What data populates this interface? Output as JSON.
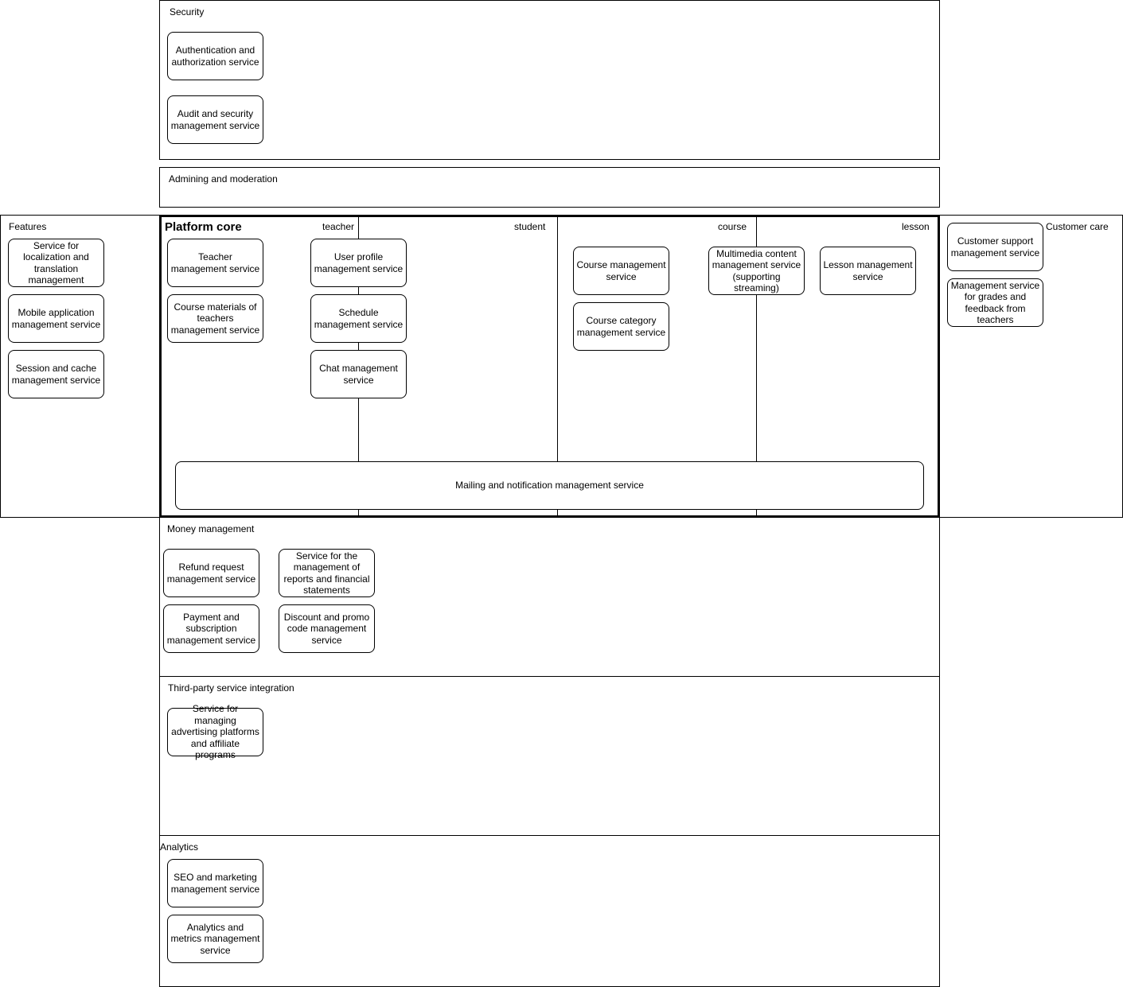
{
  "groups": {
    "security": "Security",
    "admin": "Admining and moderation",
    "features": "Features",
    "customer_care": "Customer care",
    "money": "Money management",
    "third_party": "Third-party service integration",
    "analytics": "Analytics"
  },
  "core": {
    "title": "Platform core",
    "lanes": {
      "teacher": "teacher",
      "student": "student",
      "course": "course",
      "lesson": "lesson"
    }
  },
  "services": {
    "auth": "Authentication and authorization service",
    "audit": "Audit and security management service",
    "localization": "Service for localization and translation management",
    "mobile": "Mobile application management service",
    "session": "Session and cache management service",
    "teacher_mgmt": "Teacher management service",
    "course_materials": "Course materials of teachers management service",
    "user_profile": "User profile management service",
    "schedule": "Schedule management service",
    "chat": "Chat management service",
    "course_mgmt": "Course management service",
    "course_category": "Course category management service",
    "multimedia": "Multimedia content management service (supporting streaming)",
    "lesson_mgmt": "Lesson management service",
    "mailing": "Mailing and notification management service",
    "customer_support": "Customer support management service",
    "grades_feedback": "Management service for grades and feedback from teachers",
    "refund": "Refund request management service",
    "reports": "Service for the management of reports and financial statements",
    "payment": "Payment and subscription management service",
    "discount": "Discount and promo code management service",
    "advertising": "Service for managing advertising platforms and affiliate programs",
    "seo": "SEO and marketing management service",
    "analytics_metrics": "Analytics and metrics management service"
  }
}
